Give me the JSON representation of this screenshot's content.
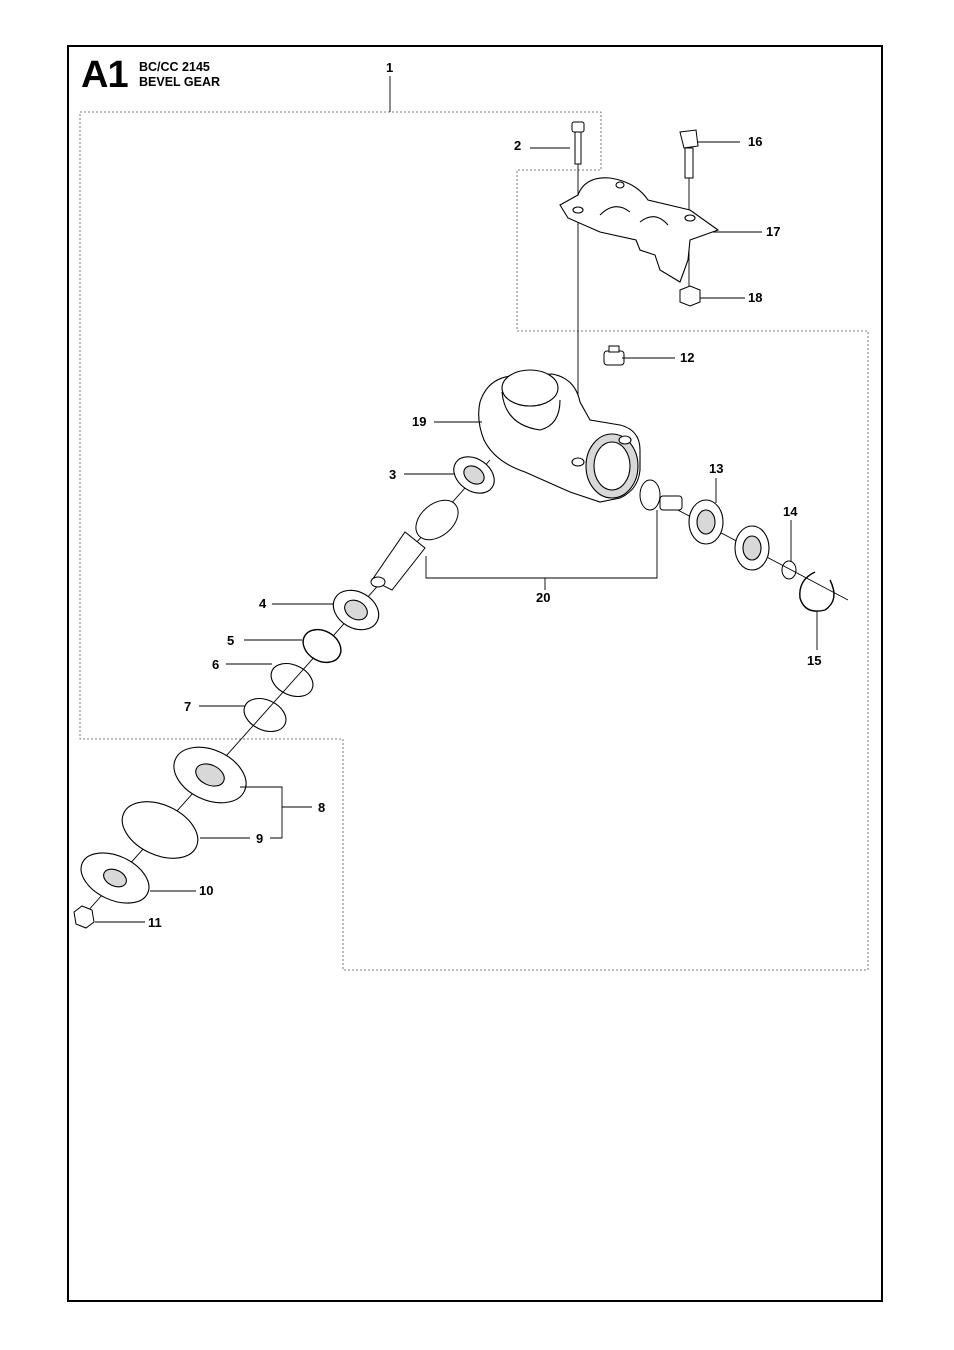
{
  "sheet": {
    "id": "A1",
    "model": "BC/CC 2145",
    "name": "BEVEL GEAR"
  },
  "callouts": [
    "1",
    "2",
    "3",
    "4",
    "5",
    "6",
    "7",
    "8",
    "9",
    "10",
    "11",
    "12",
    "13",
    "14",
    "15",
    "16",
    "17",
    "18",
    "19",
    "20"
  ],
  "colors": {
    "line": "#000000",
    "part_fill": "#ffffff",
    "shade": "#d8d8d8",
    "dashed": "#555555"
  }
}
